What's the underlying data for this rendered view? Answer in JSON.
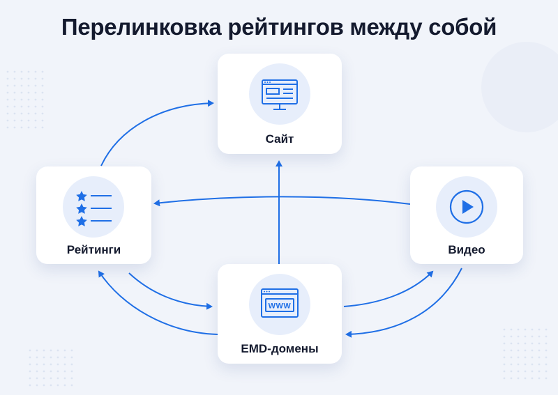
{
  "title": "Перелинковка рейтингов между собой",
  "nodes": {
    "site": {
      "label": "Сайт",
      "icon": "website-monitor-icon"
    },
    "ratings": {
      "label": "Рейтинги",
      "icon": "star-list-icon"
    },
    "video": {
      "label": "Видео",
      "icon": "play-button-icon"
    },
    "emd": {
      "label": "EMD-домены",
      "icon": "www-browser-icon",
      "icon_text": "WWW"
    }
  },
  "colors": {
    "accent": "#1f6fe6",
    "background": "#f1f4fa",
    "card": "#ffffff",
    "icon_bg": "#e7eefb",
    "text": "#141a2e"
  }
}
